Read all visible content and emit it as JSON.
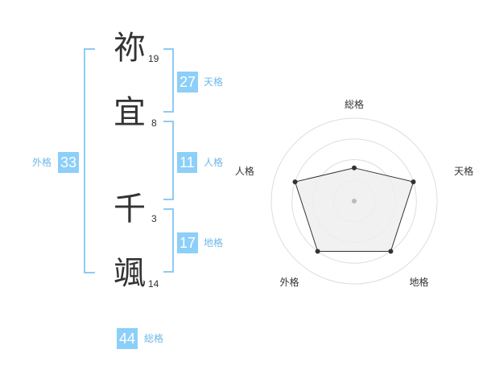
{
  "name": {
    "chars": [
      {
        "char": "祢",
        "strokes": "19"
      },
      {
        "char": "宜",
        "strokes": "8"
      },
      {
        "char": "千",
        "strokes": "3"
      },
      {
        "char": "颯",
        "strokes": "14"
      }
    ]
  },
  "fortunes": {
    "tenkaku": {
      "value": "27",
      "label": "天格"
    },
    "jinkaku": {
      "value": "11",
      "label": "人格"
    },
    "chikaku": {
      "value": "17",
      "label": "地格"
    },
    "gaikaku": {
      "value": "33",
      "label": "外格"
    },
    "soukaku": {
      "value": "44",
      "label": "総格"
    }
  },
  "chart_data": {
    "type": "radar",
    "axes": [
      "総格",
      "天格",
      "地格",
      "外格",
      "人格"
    ],
    "values": [
      0.4,
      0.75,
      0.75,
      0.75,
      0.75
    ],
    "max": 1,
    "rings": 4,
    "colors": {
      "fill": "#eeeeee",
      "line": "#333333",
      "grid": "#dddddd",
      "point": "#333333",
      "center": "#bbbbbb"
    }
  }
}
